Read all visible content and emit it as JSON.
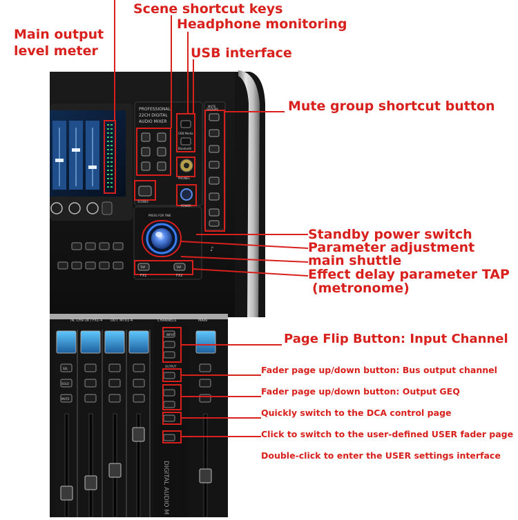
{
  "callouts": {
    "main_meter": "Main output\nlevel meter",
    "scene": "Scene shortcut keys",
    "headphone": "Headphone monitoring",
    "usb": "USB interface",
    "mute_group": "Mute group shortcut button",
    "standby": "Standby power switch",
    "param": "Parameter adjustment",
    "shuttle": "main shuttle",
    "tap": "Effect delay parameter TAP",
    "tap_sub": "(metronome)",
    "page_flip": "Page Flip Button: Input Channel",
    "bus_page": "Fader page up/down button: Bus output channel",
    "geq_page": "Fader page up/down button: Output GEQ",
    "dca": "Quickly switch to the DCA control page",
    "user_page": "Click to switch to the user-defined USER fader page",
    "user_settings": "Double-click to enter the USER settings interface"
  },
  "device": {
    "brand_line1": "PROFESSIONAL",
    "brand_line2": "22CH DIGITAL",
    "brand_line3": "AUDIO MIXER",
    "mute_title": "MUTE",
    "mute_title2": "GROUPS",
    "usb_label": "USB Media",
    "bt_label": "Bluetooth",
    "phones": "PHONES",
    "power": "POWER",
    "scenes": "SCENES",
    "press_for_fine": "PRESS FOR FINE",
    "fx1": "FX1",
    "fx2": "FX2",
    "tap_btn": "TAP",
    "ch_header": "IN. CH9-16 / FX1-4",
    "out_header": "OUT. MTX1-4",
    "channels": "CHANNELS",
    "main": "MAIN",
    "input": "INPUT",
    "output": "OUTPUT",
    "sel": "SEL",
    "solo": "SOLO",
    "mute": "MUTE",
    "digital": "DIGITAL AUDIO M"
  },
  "colors": {
    "callout_red": "#d8201c",
    "panel_black": "#121212",
    "metal": "#c9c9c9",
    "knob_blue": "#2f6fd6"
  }
}
